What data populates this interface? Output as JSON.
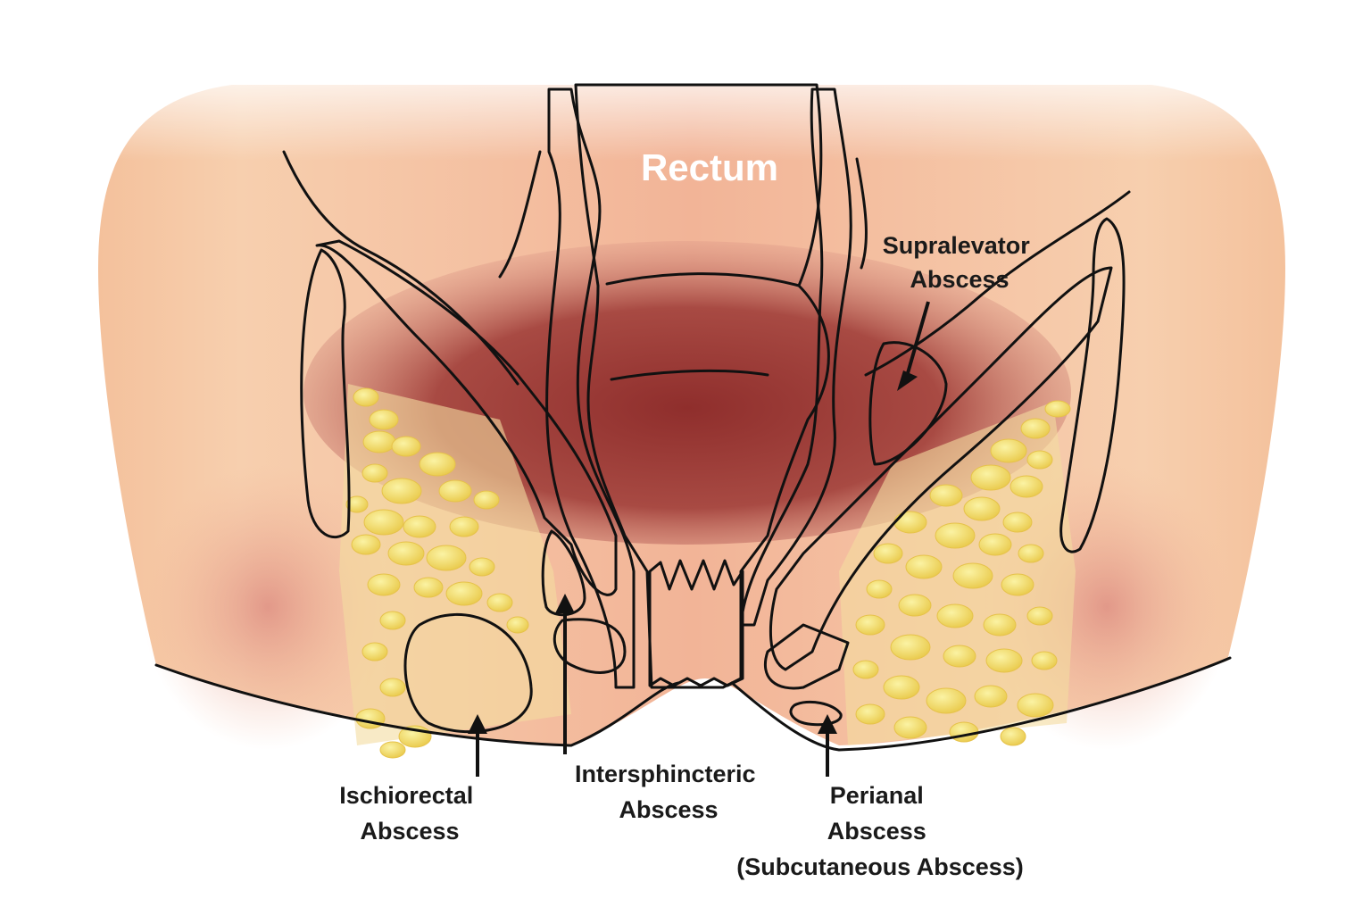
{
  "title": "Rectum",
  "labels": {
    "supralevator": [
      "Supralevator",
      "Abscess"
    ],
    "ischiorectal": [
      "Ischiorectal",
      "Abscess"
    ],
    "intersphincteric": [
      "Intersphincteric",
      "Abscess"
    ],
    "perianal": [
      "Perianal",
      "Abscess",
      "(Subcutaneous Abscess)"
    ]
  },
  "colors": {
    "skin": "#f6c9a6",
    "rectum": "#8e2f2c",
    "muscle": "#b27772",
    "fat": "#f1dd6a",
    "abscess": "#6b5f92",
    "abscess_rim": "#a0243a"
  }
}
